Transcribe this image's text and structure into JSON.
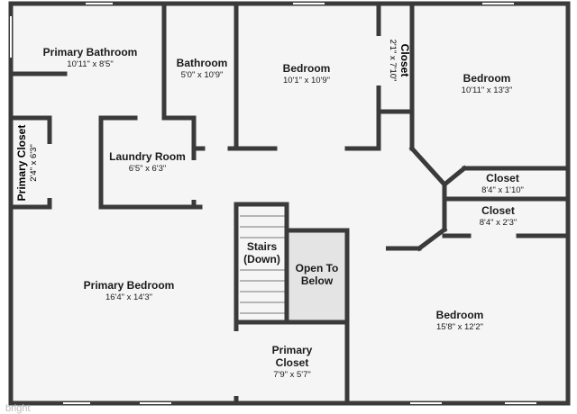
{
  "rooms": {
    "primary_bathroom": {
      "name": "Primary Bathroom",
      "dims": "10'11\" x 8'5\""
    },
    "bathroom": {
      "name": "Bathroom",
      "dims": "5'0\" x 10'9\""
    },
    "bedroom_1": {
      "name": "Bedroom",
      "dims": "10'1\" x 10'9\""
    },
    "closet_vertical": {
      "name": "Closet",
      "dims": "2'1\" x 7'10\""
    },
    "bedroom_2": {
      "name": "Bedroom",
      "dims": "10'11\" x 13'3\""
    },
    "primary_closet_side": {
      "name": "Primary Closet",
      "dims": "2'4\" x 6'3\""
    },
    "laundry_room": {
      "name": "Laundry Room",
      "dims": "6'5\" x 6'3\""
    },
    "closet_1": {
      "name": "Closet",
      "dims": "8'4\" x 1'10\""
    },
    "closet_2": {
      "name": "Closet",
      "dims": "8'4\" x 2'3\""
    },
    "stairs": {
      "line1": "Stairs",
      "line2": "(Down)"
    },
    "open_to_below": {
      "line1": "Open To",
      "line2": "Below"
    },
    "primary_bedroom": {
      "name": "Primary Bedroom",
      "dims": "16'4\" x 14'3\""
    },
    "bedroom_3": {
      "name": "Bedroom",
      "dims": "15'8\" x 12'2\""
    },
    "primary_closet": {
      "line1": "Primary",
      "line2": "Closet",
      "dims": "7'9\" x 5'7\""
    }
  },
  "watermark": "bright",
  "colors": {
    "wall": "#3a3a3a",
    "floor": "#f5f5f5",
    "open_area": "#e4e4e4",
    "window": "#ffffff"
  }
}
